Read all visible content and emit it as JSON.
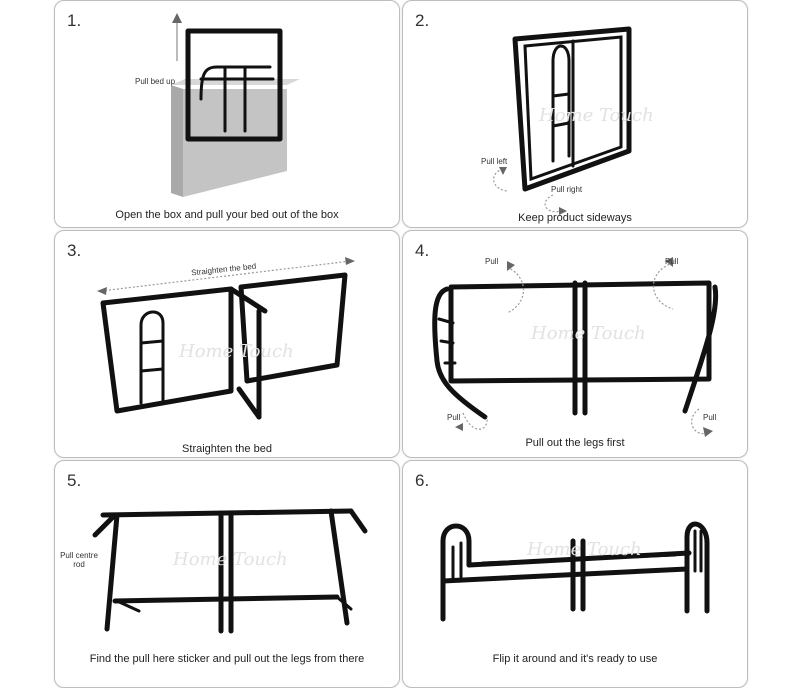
{
  "steps": [
    {
      "number": "1.",
      "caption": "Open the box and pull your bed out of the box",
      "labels": [
        "Pull bed up"
      ]
    },
    {
      "number": "2.",
      "caption": "Keep product sideways",
      "labels": [
        "Pull left",
        "Pull right"
      ]
    },
    {
      "number": "3.",
      "caption": "Straighten the bed",
      "labels": [
        "Straighten the bed"
      ]
    },
    {
      "number": "4.",
      "caption": "Pull out the legs first",
      "labels": [
        "Pull",
        "Pull",
        "Pull",
        "Pull"
      ]
    },
    {
      "number": "5.",
      "caption": "Find the pull here sticker and pull out the legs from there",
      "labels": [
        "Pull centre rod"
      ]
    },
    {
      "number": "6.",
      "caption": "Flip it around and it's ready to use",
      "labels": []
    }
  ],
  "watermark": "Home Touch",
  "colors": {
    "frame": "#111111",
    "panel_border": "#bdbdbd",
    "box": "#b5b5b5"
  }
}
